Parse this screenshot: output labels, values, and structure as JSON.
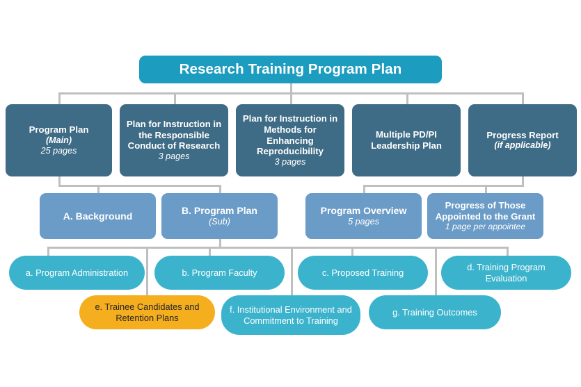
{
  "diagram": {
    "title": "Research Training Program Plan",
    "background_color": "#ffffff",
    "connector_color": "#bfbfbf",
    "colors": {
      "title_teal": "#1c9cbf",
      "level2_dark_blue": "#3e6b85",
      "level3_medium_blue": "#6b9bc7",
      "level4_teal": "#3cb3cc",
      "highlight_orange": "#f5ae1e",
      "text_white": "#ffffff",
      "text_dark": "#262626"
    },
    "root": {
      "label": "Research Training Program Plan"
    },
    "level2": [
      {
        "id": "program-plan",
        "title": "Program Plan",
        "sub": "(Main)",
        "pages": "25 pages"
      },
      {
        "id": "rcr-plan",
        "title": "Plan for Instruction in the Responsible Conduct of Research",
        "sub": "",
        "pages": "3 pages"
      },
      {
        "id": "reproducibility-plan",
        "title": "Plan for Instruction in Methods for Enhancing Reproducibility",
        "sub": "",
        "pages": "3 pages"
      },
      {
        "id": "multiple-pd-pi",
        "title": "Multiple PD/PI Leadership Plan",
        "sub": "",
        "pages": ""
      },
      {
        "id": "progress-report",
        "title": "Progress Report",
        "sub": "(if applicable)",
        "pages": ""
      }
    ],
    "level3": [
      {
        "id": "background",
        "title": "A. Background",
        "sub": "",
        "pages": ""
      },
      {
        "id": "program-plan-sub",
        "title": "B. Program Plan",
        "sub": "(Sub)",
        "pages": ""
      },
      {
        "id": "program-overview",
        "title": "Program Overview",
        "sub": "",
        "pages": "5 pages"
      },
      {
        "id": "progress-appointed",
        "title": "Progress of Those Appointed to the Grant",
        "sub": "",
        "pages": "1 page per appointee"
      }
    ],
    "level4": [
      {
        "id": "program-administration",
        "label": "a. Program Administration",
        "highlighted": false
      },
      {
        "id": "program-faculty",
        "label": "b. Program Faculty",
        "highlighted": false
      },
      {
        "id": "proposed-training",
        "label": "c. Proposed Training",
        "highlighted": false
      },
      {
        "id": "training-program-evaluation",
        "label": "d. Training Program Evaluation",
        "highlighted": false
      }
    ],
    "level5": [
      {
        "id": "trainee-candidates",
        "label": "e. Trainee Candidates and Retention Plans",
        "highlighted": true
      },
      {
        "id": "institutional-environment",
        "label": "f. Institutional Environment and Commitment to Training",
        "highlighted": false
      },
      {
        "id": "training-outcomes",
        "label": "g. Training Outcomes",
        "highlighted": false
      }
    ]
  }
}
